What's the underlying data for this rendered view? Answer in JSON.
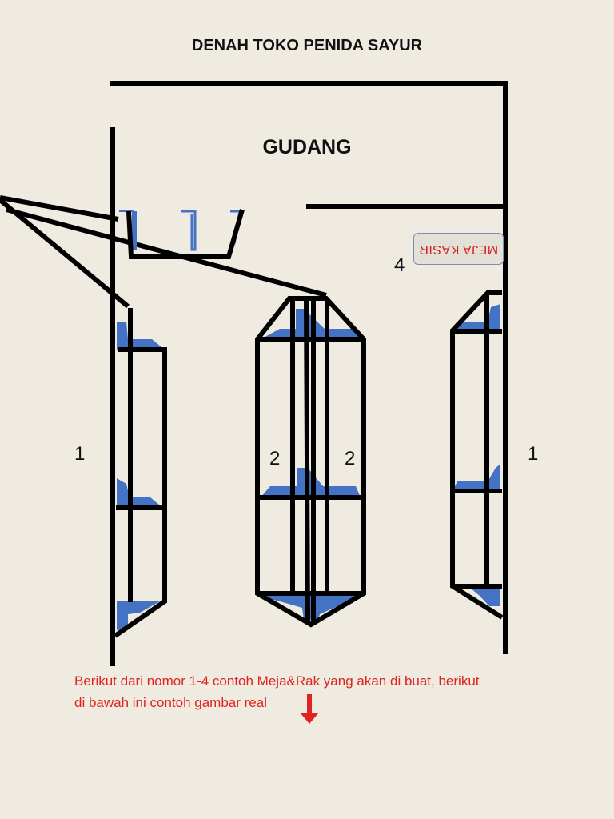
{
  "title": "DENAH TOKO PENIDA SAYUR",
  "room_label": "GUDANG",
  "kasir_label": "MEJA KASIR",
  "labels": {
    "left_rack": "1",
    "center_left_rack": "2",
    "center_right_rack": "2",
    "right_rack": "1",
    "kasir_number": "4"
  },
  "note": {
    "line1": "Berikut dari nomor 1-4 contoh Meja&Rak yang akan di buat, berikut",
    "line2": "di bawah ini contoh gambar real"
  },
  "colors": {
    "background": "#efebe1",
    "wall": "#000000",
    "shelf": "#4472c4",
    "note_text": "#e0231f",
    "kasir_text": "#d52222"
  }
}
